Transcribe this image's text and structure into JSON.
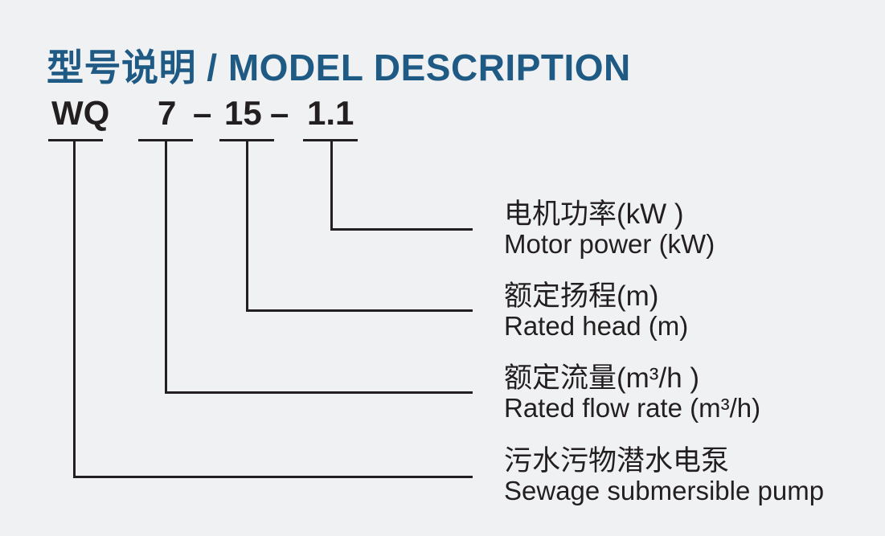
{
  "title": "型号说明 / MODEL DESCRIPTION",
  "model_code": {
    "prefix": "WQ",
    "flow": "7",
    "separator1": "–",
    "head": "15",
    "separator2": "–",
    "power": "1.1"
  },
  "annotations": {
    "power": {
      "zh": "电机功率(kW )",
      "en": "Motor power (kW)"
    },
    "head": {
      "zh": "额定扬程(m)",
      "en": "Rated head (m)"
    },
    "flow": {
      "zh": "额定流量(m³/h )",
      "en": "Rated flow rate (m³/h)"
    },
    "pump": {
      "zh": "污水污物潜水电泵",
      "en": "Sewage submersible pump"
    }
  },
  "colors": {
    "title_blue": "#1f5a85",
    "text_black": "#231f20",
    "line_black": "#231f20",
    "background": "#eff1f3"
  }
}
